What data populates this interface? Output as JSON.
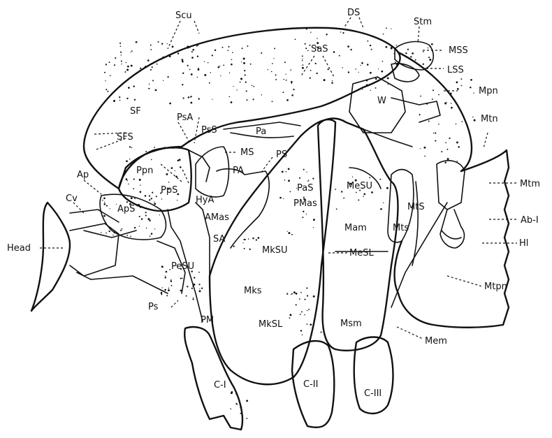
{
  "figure": {
    "labels": {
      "scu": "Scu",
      "ds": "DS",
      "stm": "Stm",
      "mss": "MSS",
      "sas": "SaS",
      "lss": "LSS",
      "mpn": "Mpn",
      "w": "W",
      "sf": "SF",
      "psa": "PsA",
      "pss": "PsS",
      "pa_small": "Pa",
      "mtn": "Mtn",
      "sfs": "SFS",
      "ms": "MS",
      "ps_upper": "PS",
      "ap": "Ap",
      "ppn": "Ppn",
      "pa": "PA",
      "pas": "PaS",
      "mesu": "MeSU",
      "mtm": "Mtm",
      "cv": "Cv",
      "pps": "PpS",
      "hya": "HyA",
      "pmas": "PMas",
      "mts_label": "MtS",
      "aps": "ApS",
      "amas": "AMas",
      "mam": "Mam",
      "mts": "Mts",
      "ab1": "Ab-I",
      "head": "Head",
      "sa": "SA",
      "mksu": "MkSU",
      "mesl": "MeSL",
      "hl": "Hl",
      "pesu": "PeSU",
      "mks": "Mks",
      "mtpn": "Mtpn",
      "ps_lower": "Ps",
      "pm": "PM",
      "mksl": "MkSL",
      "msm": "Msm",
      "mem": "Mem",
      "c1": "C-I",
      "c2": "C-II",
      "c3": "C-III"
    }
  }
}
